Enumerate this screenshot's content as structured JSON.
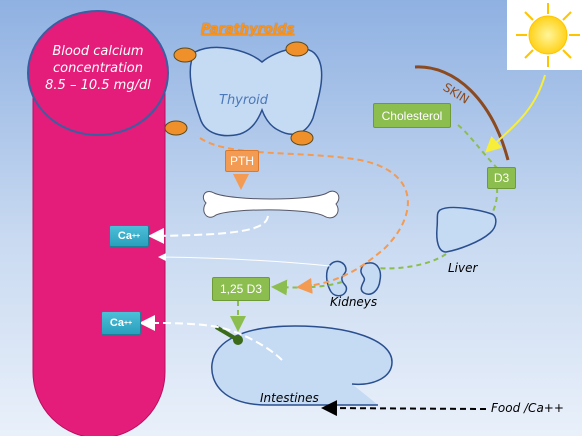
{
  "blood_box": {
    "line1": "Blood calcium",
    "line2": "concentration",
    "line3": "8.5 – 10.5 mg/dl"
  },
  "labels": {
    "parathyroids": "Parathyroids",
    "thyroid": "Thyroid",
    "skin": "SKIN",
    "liver": "Liver",
    "kidneys": "Kidneys",
    "intestines": "Intestines",
    "food": "Food /Ca++"
  },
  "boxes": {
    "cholesterol": "Cholesterol",
    "d3": "D3",
    "pth": "PTH",
    "calcitriol": "1,25 D3",
    "ca_base": "Ca",
    "ca_sup": "++"
  },
  "colors": {
    "blood": "#e41d7a",
    "green_box": "#8cbd4f",
    "orange_box": "#f39a53",
    "teal_box": "#2fa9c6",
    "organ_fill": "#c5daf3",
    "organ_stroke": "#2a4f8f",
    "skin_curve": "#8b4a1f",
    "sun": "#ffd21a"
  },
  "icons": {
    "sun": "sun-icon",
    "bone": "bone-icon",
    "kidneys": "kidneys-icon",
    "liver": "liver-icon",
    "thyroid": "thyroid-icon",
    "intestine": "intestine-icon"
  }
}
